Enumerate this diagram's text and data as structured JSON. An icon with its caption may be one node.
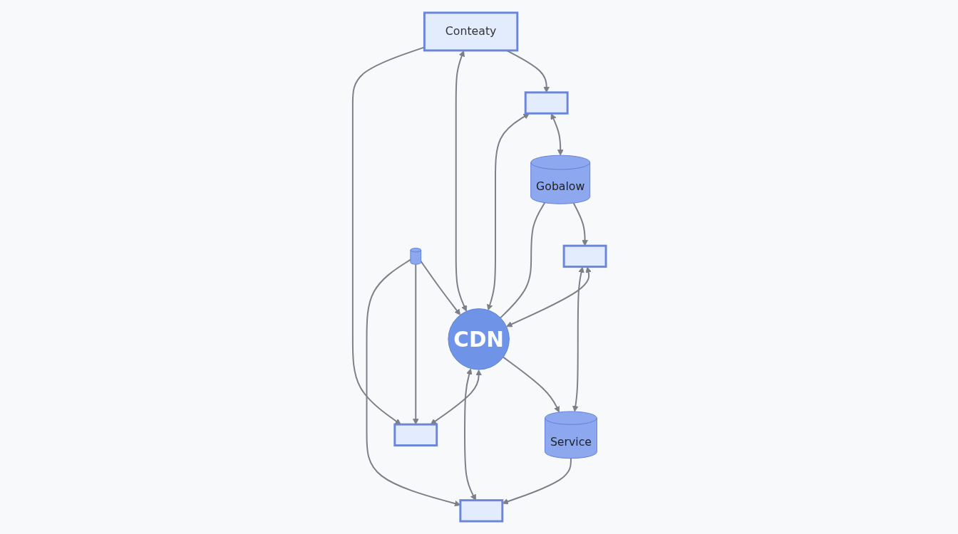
{
  "diagram": {
    "nodes": [
      {
        "text": [
          "CDN"
        ]
      },
      {
        "text": [],
        "shape": "box"
      },
      {
        "text": [
          "Gobalow"
        ]
      },
      {
        "text": [],
        "shape": "box"
      },
      {
        "text": [
          "Conteaty"
        ]
      },
      {
        "text": [
          "Service"
        ]
      },
      {
        "text": [],
        "shape": "box"
      },
      {
        "text": [],
        "shape": "cylinder"
      },
      {
        "text": [],
        "shape": "box"
      }
    ],
    "edges": [
      {
        "from": 1,
        "to": 2,
        "arrow": "both"
      },
      {
        "from": 2,
        "to": 3,
        "arrow": "to"
      },
      {
        "from": 1,
        "to": 0,
        "arrow": "both"
      },
      {
        "from": 2,
        "to": 0,
        "arrow": "none"
      },
      {
        "from": 3,
        "to": 0,
        "arrow": "both"
      },
      {
        "from": 3,
        "to": 5,
        "arrow": "both"
      },
      {
        "from": 4,
        "to": 1,
        "arrow": "to"
      },
      {
        "from": 4,
        "to": 0,
        "arrow": "both"
      },
      {
        "from": 0,
        "to": 5,
        "arrow": "to"
      },
      {
        "from": 4,
        "to": 6,
        "arrow": "to"
      },
      {
        "from": 5,
        "to": 8,
        "arrow": "to"
      },
      {
        "from": 0,
        "to": 6,
        "arrow": "both"
      },
      {
        "from": 7,
        "to": 0,
        "arrow": "to"
      },
      {
        "from": 0,
        "to": 8,
        "arrow": "both"
      },
      {
        "from": 7,
        "to": 6,
        "arrow": "to"
      },
      {
        "from": 7,
        "to": 8,
        "arrow": "to"
      }
    ]
  }
}
